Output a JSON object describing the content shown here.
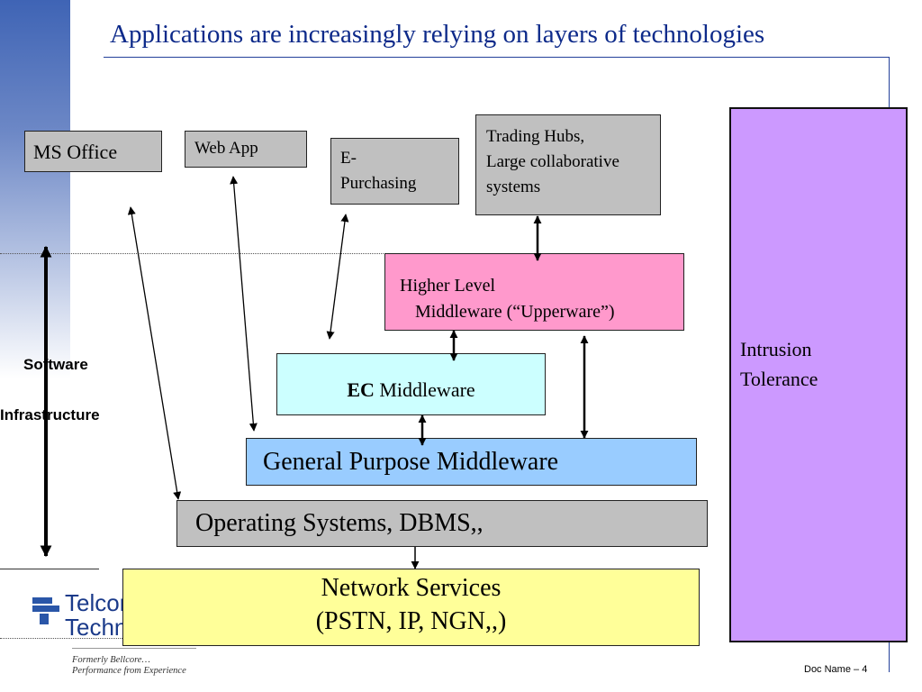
{
  "slide": {
    "title": "Applications are increasingly relying on layers of technologies",
    "footer": "Doc Name – 4"
  },
  "applications": {
    "ms_office": "MS Office",
    "web_app": "Web App",
    "e_purchasing_line1": "E-",
    "e_purchasing_line2": "Purchasing",
    "trading_hubs_line1": "Trading Hubs,",
    "trading_hubs_line2": "Large collaborative",
    "trading_hubs_line3": "systems"
  },
  "layers": {
    "upperware_line1": "Higher Level",
    "upperware_line2": "Middleware (“Upperware”)",
    "ec_prefix": "EC",
    "ec_rest": " Middleware",
    "general": "General Purpose Middleware",
    "os": "Operating Systems, DBMS,,",
    "network_line1": "Network Services",
    "network_line2": "(PSTN, IP, NGN,,)"
  },
  "side": {
    "intrusion_line1": "Intrusion",
    "intrusion_line2": "Tolerance",
    "software": "Software",
    "infrastructure": "Infrastructure"
  },
  "logo": {
    "line1": "Telcordia",
    "line2": "Technologies",
    "tagline1": "Formerly Bellcore…",
    "tagline2": "Performance from Experience"
  },
  "colors": {
    "title": "#0d2a8a",
    "gray_box": "#c0c0c0",
    "upperware": "#ff99cc",
    "ec_middleware": "#ccffff",
    "general_middleware": "#99ccff",
    "network": "#ffff99",
    "intrusion": "#cc99ff"
  }
}
